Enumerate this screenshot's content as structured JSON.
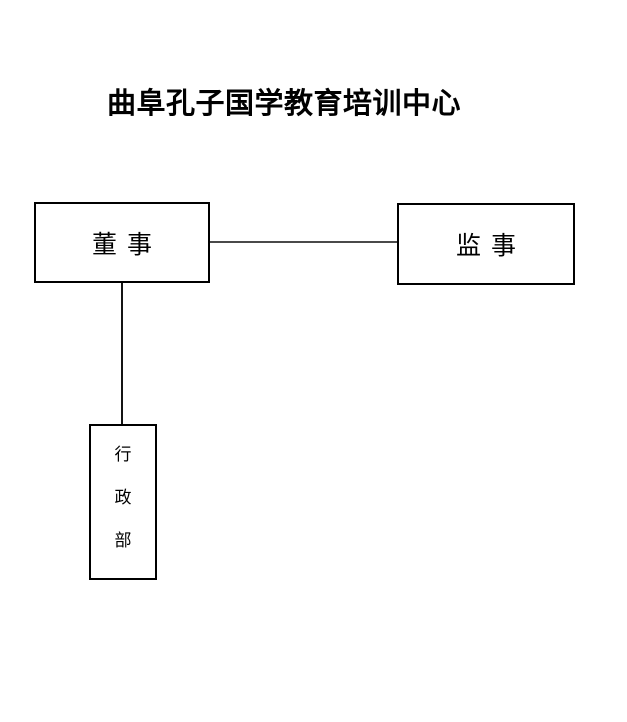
{
  "title": "曲阜孔子国学教育培训中心",
  "diagram": {
    "type": "org-chart",
    "nodes": {
      "director": {
        "label": "董事"
      },
      "supervisor": {
        "label": "监事"
      },
      "admin_dept": {
        "label": "行政部",
        "orientation": "vertical",
        "chars": [
          "行",
          "政",
          "部"
        ]
      }
    },
    "edges": [
      {
        "from": "director",
        "to": "supervisor",
        "shape": "horizontal-line"
      },
      {
        "from": "director",
        "to": "admin_dept",
        "shape": "vertical-line"
      }
    ]
  },
  "colors": {
    "background": "#ffffff",
    "box_border": "#000000",
    "text": "#000000",
    "horizontal_connector": "#4a4a4a",
    "vertical_connector": "#141414"
  }
}
